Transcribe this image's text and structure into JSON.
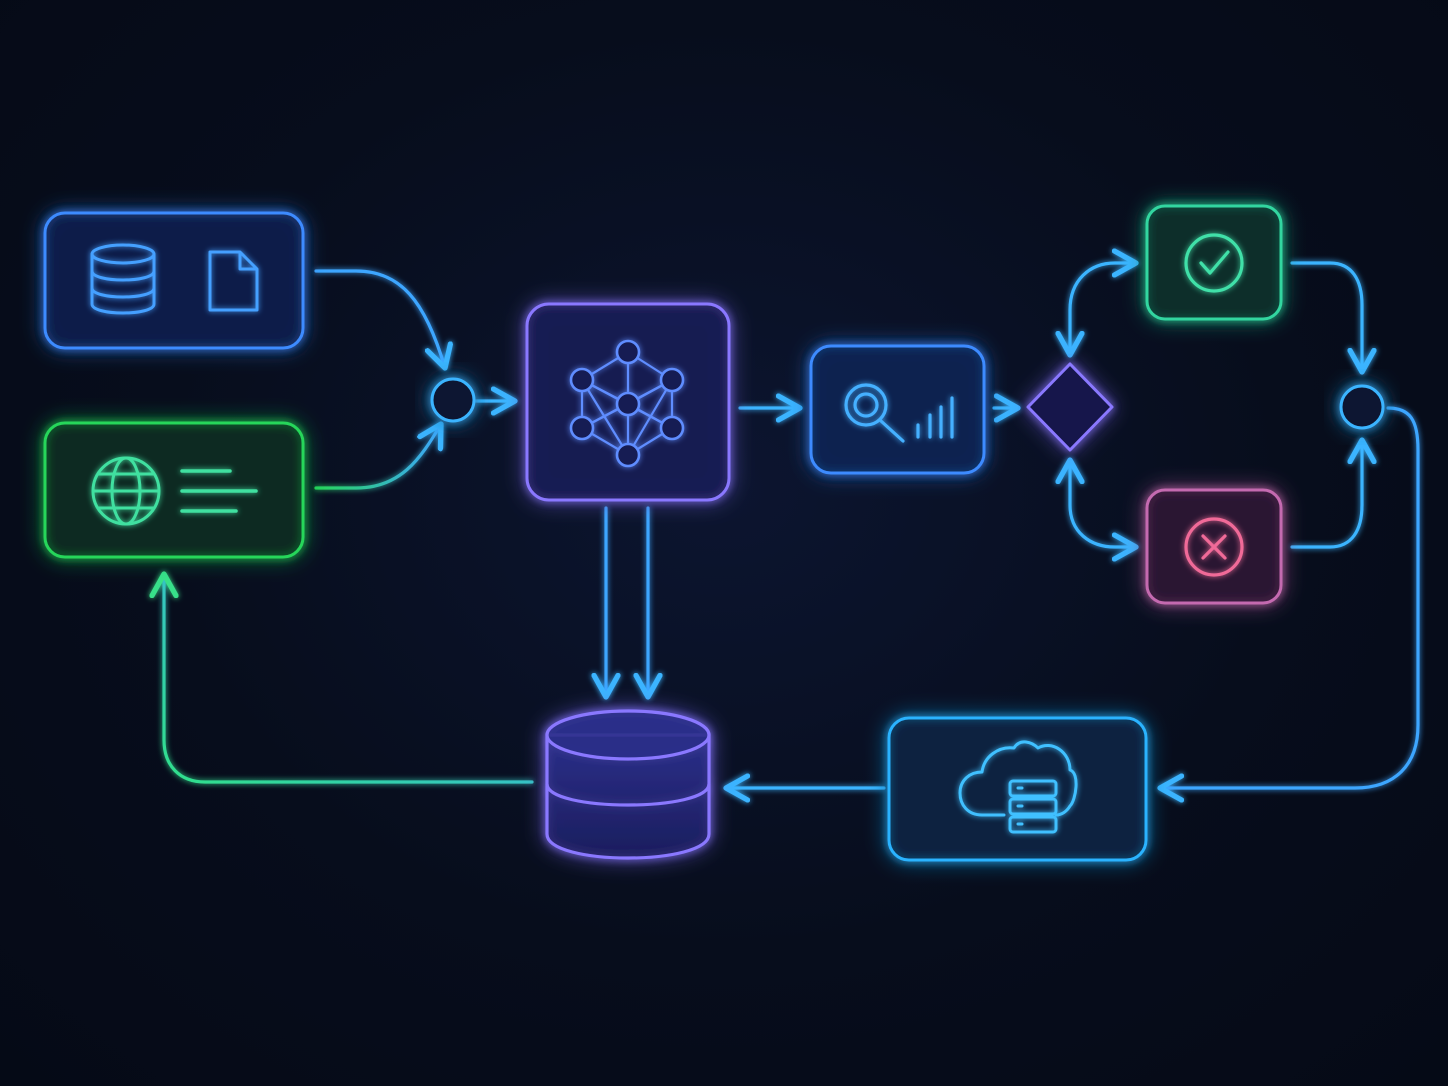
{
  "colors": {
    "background": "#070d1c",
    "blue": "#3d8bff",
    "green": "#27d65a",
    "violet": "#8a78ff",
    "cyan": "#2bb3ff",
    "teal": "#33d6a0",
    "pink": "#e26aa0",
    "gradient_green_blue": [
      "#2fe08a",
      "#3da6ff"
    ]
  },
  "nodes": [
    {
      "id": "data-sources",
      "shape": "rounded-rect",
      "color": "blue",
      "icons": [
        "database-icon",
        "document-icon"
      ]
    },
    {
      "id": "web-sources",
      "shape": "rounded-rect",
      "color": "green",
      "icons": [
        "globe-icon",
        "text-lines-icon"
      ]
    },
    {
      "id": "merge-junction",
      "shape": "circle",
      "color": "cyan"
    },
    {
      "id": "neural-network",
      "shape": "rounded-square",
      "color": "violet",
      "icons": [
        "neural-network-icon"
      ]
    },
    {
      "id": "analysis",
      "shape": "rounded-rect",
      "color": "blue",
      "icons": [
        "magnifier-icon",
        "bar-chart-icon"
      ]
    },
    {
      "id": "decision",
      "shape": "diamond",
      "color": "violet"
    },
    {
      "id": "success",
      "shape": "rounded-square",
      "color": "teal",
      "icons": [
        "check-circle-icon"
      ]
    },
    {
      "id": "failure",
      "shape": "rounded-square",
      "color": "pink",
      "icons": [
        "x-circle-icon"
      ]
    },
    {
      "id": "result-junction",
      "shape": "circle",
      "color": "cyan"
    },
    {
      "id": "cloud-server",
      "shape": "rounded-rect",
      "color": "cyan",
      "icons": [
        "cloud-server-icon"
      ]
    },
    {
      "id": "central-database",
      "shape": "cylinder",
      "color": "violet"
    }
  ],
  "edges": [
    {
      "from": "data-sources",
      "to": "merge-junction"
    },
    {
      "from": "web-sources",
      "to": "merge-junction"
    },
    {
      "from": "merge-junction",
      "to": "neural-network"
    },
    {
      "from": "neural-network",
      "to": "analysis"
    },
    {
      "from": "analysis",
      "to": "decision"
    },
    {
      "from": "decision",
      "to": "success"
    },
    {
      "from": "decision",
      "to": "failure"
    },
    {
      "from": "success",
      "to": "result-junction"
    },
    {
      "from": "failure",
      "to": "result-junction"
    },
    {
      "from": "result-junction",
      "to": "cloud-server"
    },
    {
      "from": "cloud-server",
      "to": "central-database"
    },
    {
      "from": "neural-network",
      "to": "central-database"
    },
    {
      "from": "neural-network",
      "to": "central-database"
    },
    {
      "from": "central-database",
      "to": "web-sources"
    }
  ]
}
